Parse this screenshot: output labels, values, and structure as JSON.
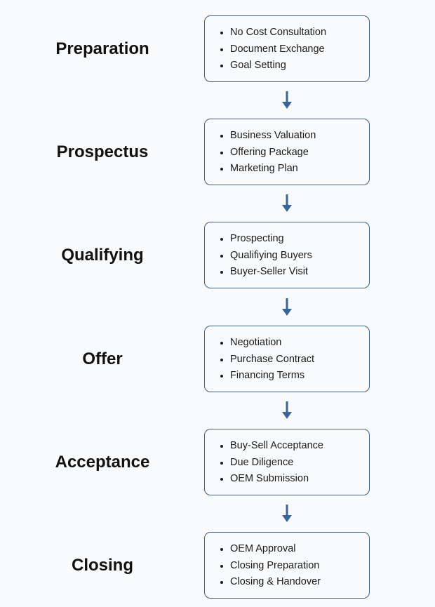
{
  "colors": {
    "background": "#f8fafc",
    "box_border": "#3e5f7e",
    "arrow": "#3b6597",
    "text": "#111111"
  },
  "stages": [
    {
      "label": "Preparation",
      "items": [
        "No Cost Consultation",
        "Document Exchange",
        "Goal Setting"
      ]
    },
    {
      "label": "Prospectus",
      "items": [
        "Business Valuation",
        "Offering Package",
        "Marketing Plan"
      ]
    },
    {
      "label": "Qualifying",
      "items": [
        "Prospecting",
        "Qualifiying Buyers",
        "Buyer-Seller Visit"
      ]
    },
    {
      "label": "Offer",
      "items": [
        "Negotiation",
        "Purchase Contract",
        "Financing Terms"
      ]
    },
    {
      "label": "Acceptance",
      "items": [
        "Buy-Sell Acceptance",
        "Due Diligence",
        "OEM Submission"
      ]
    },
    {
      "label": "Closing",
      "items": [
        "OEM Approval",
        "Closing Preparation",
        "Closing & Handover"
      ]
    }
  ],
  "connector_icon": "down-arrow-icon"
}
